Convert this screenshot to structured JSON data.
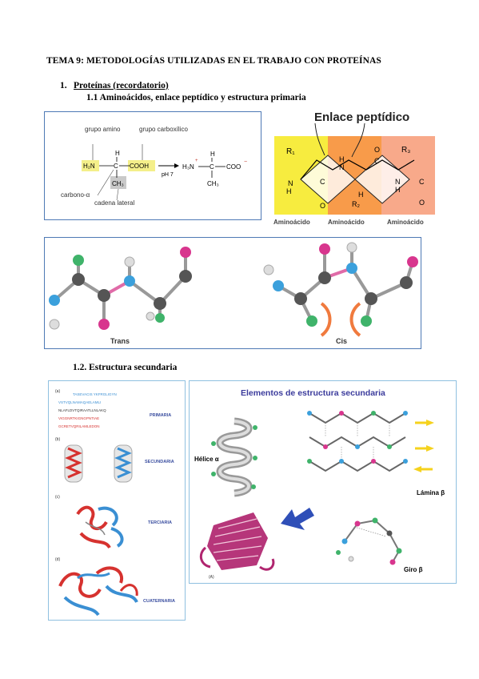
{
  "document": {
    "title": "TEMA 9: METODOLOGÍAS UTILIZADAS EN EL TRABAJO CON PROTEÍNAS",
    "section1": {
      "number": "1.",
      "label": "Proteínas (recordatorio)"
    },
    "subsection_1_1": "1.1 Aminoácidos, enlace peptídico y estructura primaria",
    "subsection_1_2": "1.2. Estructura secundaria"
  },
  "fig_amino": {
    "grupo_amino": "grupo amino",
    "grupo_carboxilico": "grupo carboxílico",
    "carbono_alfa": "carbono-α",
    "cadena_lateral": "cadena lateral",
    "ph": "pH 7"
  },
  "fig_peptide": {
    "title": "Enlace peptídico",
    "labels": [
      "Aminoácido",
      "Aminoácido",
      "Aminoácido"
    ],
    "colors": [
      "#f7ec3f",
      "#f89b4a",
      "#f8a98a"
    ]
  },
  "fig_conformation": {
    "trans": "Trans",
    "cis": "Cis"
  },
  "fig_levels": {
    "primaria": "PRIMARIA",
    "secundaria": "SECUNDARIA",
    "terciaria": "TERCIARIA",
    "cuaternaria": "CUATERNARIA",
    "panel_a": "(a)",
    "panel_b": "(b)",
    "panel_c": "(c)",
    "panel_d": "(d)",
    "seq_lines": [
      "TASEVACIS YKFRGLIGYN",
      "VSTVQLNAMAQAELAMLI",
      "NLAFLDVTQIRAATLLNLAKQ",
      "VIGGNRTKIGNGPNTIAE",
      "GCRETVQRILAMLEDON"
    ]
  },
  "fig_secondary": {
    "title": "Elementos de estructura secundaria",
    "helice": "Hélice α",
    "lamina": "Lámina β",
    "giro": "Giro β",
    "panel": "(A)"
  }
}
